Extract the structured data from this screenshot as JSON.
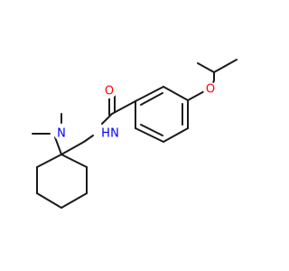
{
  "atoms": {
    "carbonyl_oxygen": {
      "symbol": "O",
      "color": "#ff0000"
    },
    "amide_nitrogen": {
      "symbol": "N",
      "color": "#0000ff"
    },
    "amide_hydrogen": {
      "symbol": "H",
      "color": "#0000ff"
    },
    "ether_oxygen": {
      "symbol": "O",
      "color": "#ff0000"
    },
    "amine_nitrogen": {
      "symbol": "N",
      "color": "#0000ff"
    }
  },
  "colors": {
    "bond": "#1a1a1a",
    "background": "#ffffff"
  }
}
